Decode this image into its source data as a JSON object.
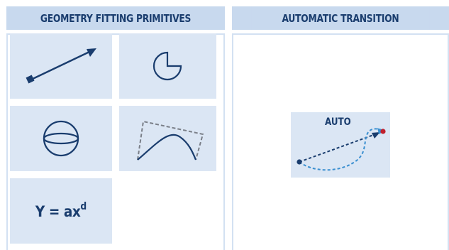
{
  "left_panel": {
    "title": "GEOMETRY FITTING PRIMITIVES",
    "tiles": [
      {
        "icon": "line-arrow-icon"
      },
      {
        "icon": "pie-segment-icon"
      },
      {
        "icon": "sphere-icon"
      },
      {
        "icon": "curve-fit-icon"
      },
      {
        "formula_main": "Y = ax",
        "formula_sup": "d"
      }
    ]
  },
  "right_panel": {
    "title": "AUTOMATIC TRANSITION",
    "tile_label": "AUTO"
  },
  "colors": {
    "header_bg": "#c8d9ee",
    "header_text": "#1a3d6e",
    "tile_bg": "#dbe6f4",
    "icon_stroke": "#1a3d6e",
    "curve_dashed": "#3a8fd0",
    "endpoint_red": "#c0202c"
  }
}
